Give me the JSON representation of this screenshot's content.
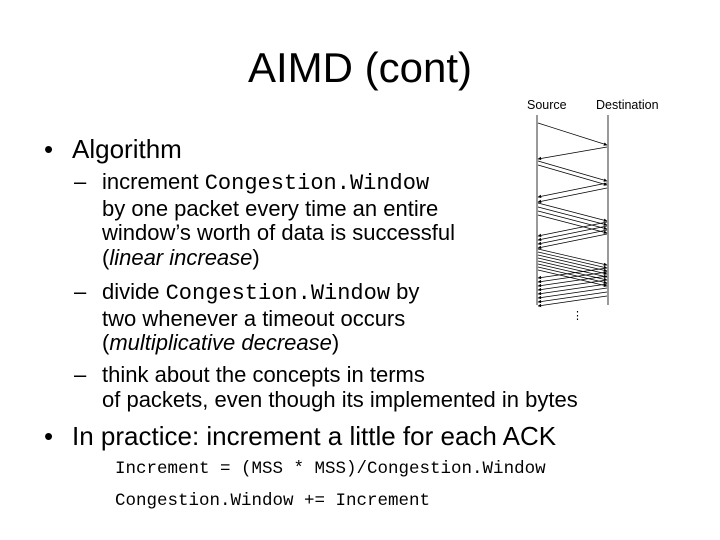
{
  "slide": {
    "title": "AIMD (cont)",
    "bullet_algorithm": "Algorithm",
    "sub1": {
      "prefix": "increment ",
      "code": "Congestion.Window",
      "line2": "by one packet every time an entire",
      "line3": "window’s worth of data is successful",
      "line4_open": "(",
      "line4_em": "linear increase",
      "line4_close": ")"
    },
    "sub2": {
      "prefix": "divide ",
      "code": "Congestion.Window",
      "suffix": " by",
      "line2": "two whenever a timeout occurs",
      "line3_open": "(",
      "line3_em": "multiplicative decrease",
      "line3_close": ")"
    },
    "sub3": {
      "line1": "think about the concepts in terms",
      "line2": "of packets, even though its implemented in bytes"
    },
    "bullet_practice": "In practice: increment a little for each ACK",
    "code_line1": "Increment = (MSS * MSS)/Congestion.Window",
    "code_line2": "Congestion.Window += Increment",
    "bullet_glyph": "•",
    "dash_glyph": "–"
  },
  "diagram": {
    "source_label": "Source",
    "destination_label": "Destination",
    "ellipsis": "⋮"
  }
}
